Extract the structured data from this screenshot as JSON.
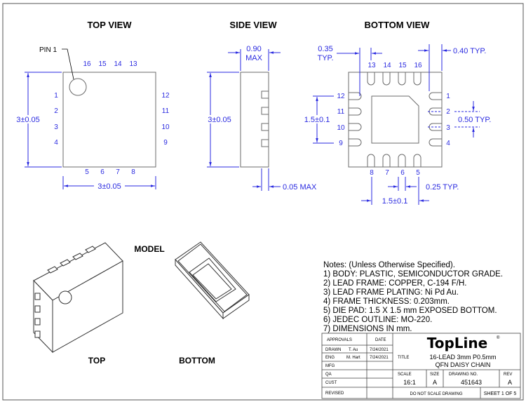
{
  "views": {
    "top": "TOP VIEW",
    "side": "SIDE VIEW",
    "bottom": "BOTTOM VIEW",
    "model": "MODEL",
    "model_top": "TOP",
    "model_bottom": "BOTTOM"
  },
  "top_view": {
    "pin1_label": "PIN 1",
    "pins_top": [
      "16",
      "15",
      "14",
      "13"
    ],
    "pins_left": [
      "1",
      "2",
      "3",
      "4"
    ],
    "pins_right": [
      "12",
      "11",
      "10",
      "9"
    ],
    "pins_bottom": [
      "5",
      "6",
      "7",
      "8"
    ],
    "dim_height": "3±0.05",
    "dim_width": "3±0.05"
  },
  "side_view": {
    "thickness": "0.90",
    "thickness_note": "MAX",
    "dim_height": "3±0.05",
    "standoff": "0.05 MAX"
  },
  "bottom_view": {
    "pins_top": [
      "13",
      "14",
      "15",
      "16"
    ],
    "pins_left": [
      "12",
      "11",
      "10",
      "9"
    ],
    "pins_right": [
      "1",
      "2",
      "3",
      "4"
    ],
    "pins_bottom": [
      "8",
      "7",
      "6",
      "5"
    ],
    "dim_lead_len": "0.35",
    "dim_lead_len_note": "TYP.",
    "dim_edge": "0.40 TYP.",
    "dim_pitch": "0.50 TYP.",
    "dim_pad_v": "1.5±0.1",
    "dim_pad_h": "1.5±0.1",
    "dim_lead_w": "0.25 TYP."
  },
  "notes": [
    "Notes: (Unless Otherwise Specified).",
    "1) BODY: PLASTIC, SEMICONDUCTOR GRADE.",
    "2) LEAD FRAME: COPPER, C-194 F/H.",
    "3) LEAD FRAME PLATING: Ni Pd Au.",
    "4) FRAME THICKNESS: 0.203mm.",
    "5) DIE PAD: 1.5 X 1.5 mm EXPOSED BOTTOM.",
    "6) JEDEC OUTLINE: MO-220.",
    "7) DIMENSIONS IN mm."
  ],
  "title_block": {
    "approvals": "APPROVALS",
    "date": "DATE",
    "drawn": "DRAWN",
    "drawn_by": "T. Au",
    "drawn_date": "7/24/2021",
    "eng": "ENG",
    "eng_by": "M. Hart",
    "eng_date": "7/24/2021",
    "mfg": "MFG",
    "qa": "QA",
    "cust": "CUST",
    "revised": "REVISED",
    "logo": "TopLine",
    "title_label": "TITLE",
    "title_1": "16-LEAD 3mm P0.5mm",
    "title_2": "QFN DAISY CHAIN",
    "scale_label": "SCALE",
    "scale": "16:1",
    "size_label": "SIZE",
    "size": "A",
    "drawing_no_label": "DRAWING NO.",
    "drawing_no": "451643",
    "rev_label": "REV",
    "rev": "A",
    "do_not_scale": "DO NOT SCALE DRAWING",
    "sheet": "SHEET 1 OF 5"
  }
}
